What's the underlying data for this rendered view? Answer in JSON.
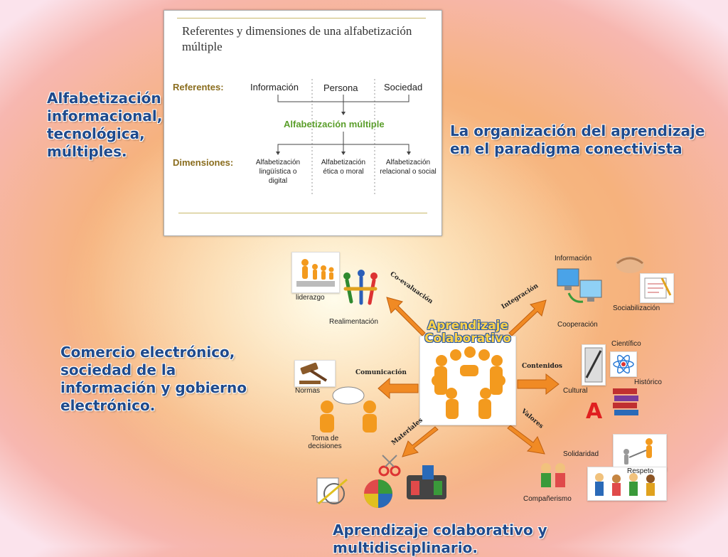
{
  "headings": {
    "left_top": "Alfabetización informacional, tecnológica, múltiples.",
    "right_top": "La organización del aprendizaje en el paradigma conectivista",
    "left_mid": "Comercio electrónico, sociedad de la información y gobierno electrónico.",
    "bottom": "Aprendizaje colaborativo y multidisciplinario."
  },
  "slide": {
    "title": "Referentes y dimensiones de una alfabetización múltiple",
    "referentes_label": "Referentes:",
    "dimensiones_label": "Dimensiones:",
    "center": "Alfabetización múltiple",
    "referentes": [
      "Información",
      "Persona",
      "Sociedad"
    ],
    "dimensiones": [
      "Alfabetización lingüística o digital",
      "Alfabetización ética o moral",
      "Alfabetización relacional o social"
    ]
  },
  "concept_map": {
    "title": "Aprendizaje Colaborativo",
    "links": {
      "coevaluacion": "Co-evaluación",
      "integracion": "Integración",
      "comunicacion": "Comunicación",
      "contenidos": "Contenidos",
      "materiales": "Materiales",
      "valores": "Valores"
    },
    "nodes": {
      "liderazgo": "liderazgo",
      "realimentacion": "Realimentación",
      "informacion": "Información",
      "sociabilizacion": "Sociabilización",
      "cooperacion": "Cooperación",
      "cientifico": "Científico",
      "historico": "Histórico",
      "cultural": "Cultural",
      "normas": "Normas",
      "toma": "Toma de decisiones",
      "solidaridad": "Solidaridad",
      "respeto": "Respeto",
      "companerismo": "Compañerismo"
    },
    "colors": {
      "arrow": "#f08a24",
      "title_fill": "#ffd24a",
      "title_outline": "#2d5a9e"
    }
  }
}
